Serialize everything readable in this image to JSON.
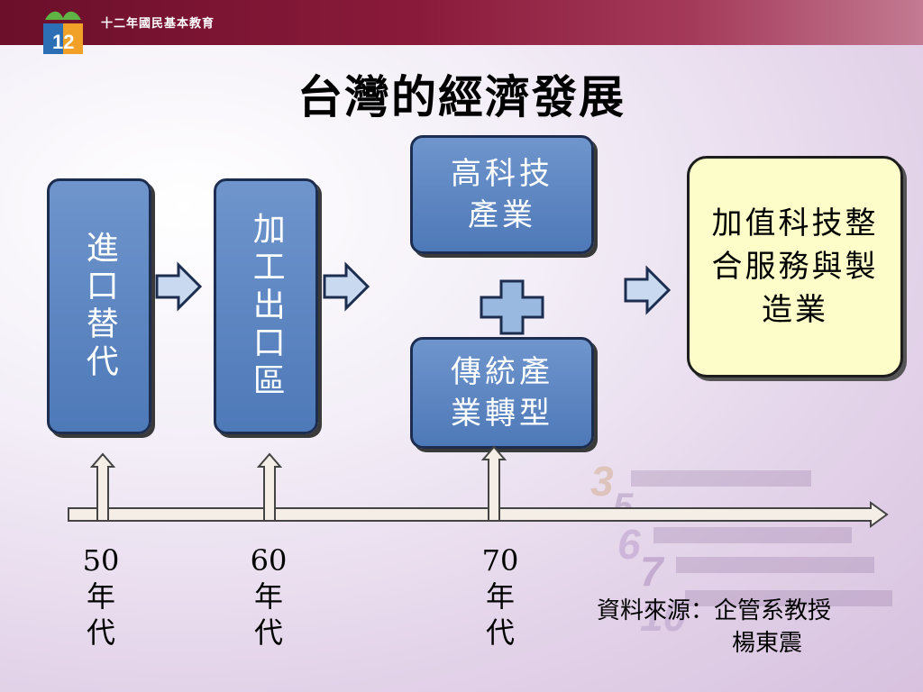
{
  "header": {
    "brand": "十二年國民基本教育"
  },
  "title": "台灣的經濟發展",
  "boxes": {
    "import_sub": "進口替代",
    "export_zone": "加工出口區",
    "hightech": "高科技產業",
    "traditional": "傳統產業轉型",
    "final": "加值科技整合服務與製造業"
  },
  "timeline": {
    "d50_num": "50",
    "d50_a": "年",
    "d50_b": "代",
    "d60_num": "60",
    "d60_a": "年",
    "d60_b": "代",
    "d70_num": "70",
    "d70_a": "年",
    "d70_b": "代"
  },
  "source": {
    "line1": "資料來源：企管系教授",
    "line2": "楊東震"
  },
  "colors": {
    "box_blue": "#5a84c2",
    "final_yellow": "#fdfdc9",
    "header": "#7d1535"
  }
}
